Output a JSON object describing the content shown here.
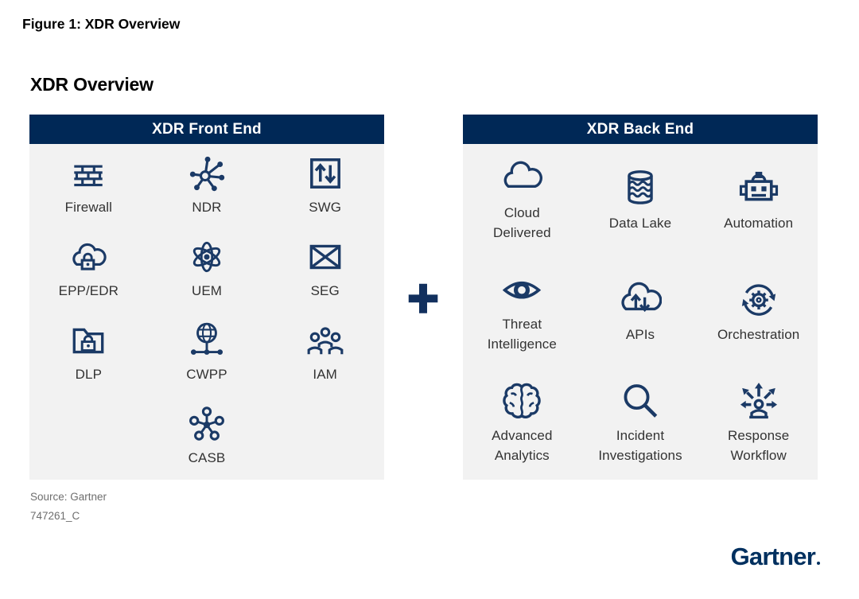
{
  "page": {
    "figure_title": "Figure 1: XDR Overview",
    "chart_title": "XDR Overview"
  },
  "front_panel": {
    "header": "XDR Front End",
    "items": [
      {
        "label": "Firewall",
        "icon": "firewall-icon"
      },
      {
        "label": "NDR",
        "icon": "hub-network-icon"
      },
      {
        "label": "SWG",
        "icon": "up-down-arrows-box-icon"
      },
      {
        "label": "EPP/EDR",
        "icon": "cloud-lock-icon"
      },
      {
        "label": "UEM",
        "icon": "atom-icon"
      },
      {
        "label": "SEG",
        "icon": "envelope-icon"
      },
      {
        "label": "DLP",
        "icon": "folder-lock-icon"
      },
      {
        "label": "CWPP",
        "icon": "globe-network-icon"
      },
      {
        "label": "IAM",
        "icon": "people-group-icon"
      },
      {
        "label": "CASB",
        "icon": "molecule-cluster-icon"
      }
    ]
  },
  "back_panel": {
    "header": "XDR Back End",
    "items": [
      {
        "label": "Cloud\nDelivered",
        "icon": "cloud-icon"
      },
      {
        "label": "Data Lake",
        "icon": "database-waves-icon"
      },
      {
        "label": "Automation",
        "icon": "robot-icon"
      },
      {
        "label": "Threat\nIntelligence",
        "icon": "eye-icon"
      },
      {
        "label": "APIs",
        "icon": "cloud-arrows-icon"
      },
      {
        "label": "Orchestration",
        "icon": "gear-cycle-icon"
      },
      {
        "label": "Advanced\nAnalytics",
        "icon": "brain-icon"
      },
      {
        "label": "Incident\nInvestigations",
        "icon": "magnifier-icon"
      },
      {
        "label": "Response\nWorkflow",
        "icon": "person-arrows-icon"
      }
    ]
  },
  "connector": {
    "plus_label": "+"
  },
  "footer": {
    "source": "Source: Gartner",
    "document_code": "747261_C",
    "logo": "Gartner"
  },
  "colors": {
    "header_navy": "#002856",
    "icon_navy": "#1b3a66",
    "panel_bg": "#f2f2f2",
    "label_text": "#333333",
    "muted_text": "#6e6e6e",
    "page_bg": "#ffffff"
  }
}
